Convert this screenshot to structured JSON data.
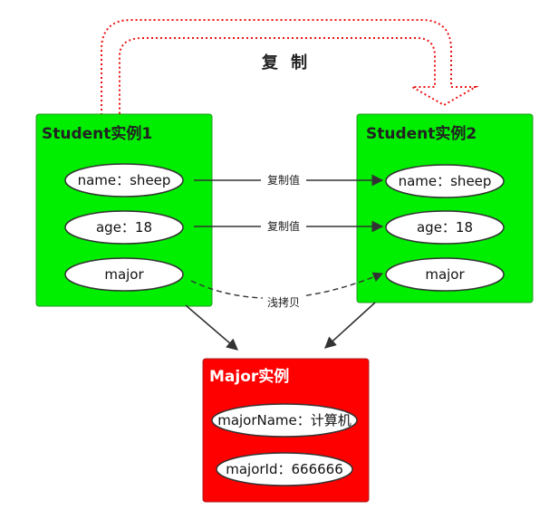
{
  "copy_arrow": {
    "label": "复 制"
  },
  "student1": {
    "title": "Student实例1",
    "fields": [
      {
        "label": "name：sheep"
      },
      {
        "label": "age：18"
      },
      {
        "label": "major"
      }
    ]
  },
  "student2": {
    "title": "Student实例2",
    "fields": [
      {
        "label": "name：sheep"
      },
      {
        "label": "age：18"
      },
      {
        "label": "major"
      }
    ]
  },
  "major": {
    "title": "Major实例",
    "fields": [
      {
        "label": "majorName：计算机"
      },
      {
        "label": "majorId：666666"
      }
    ]
  },
  "edges": {
    "name_copy": "复制值",
    "age_copy": "复制值",
    "shallow_copy": "浅拷贝"
  },
  "colors": {
    "student_fill": "#00ee00",
    "major_fill": "#ff0000",
    "copy_arrow": "#ee1111",
    "line": "#333333"
  }
}
